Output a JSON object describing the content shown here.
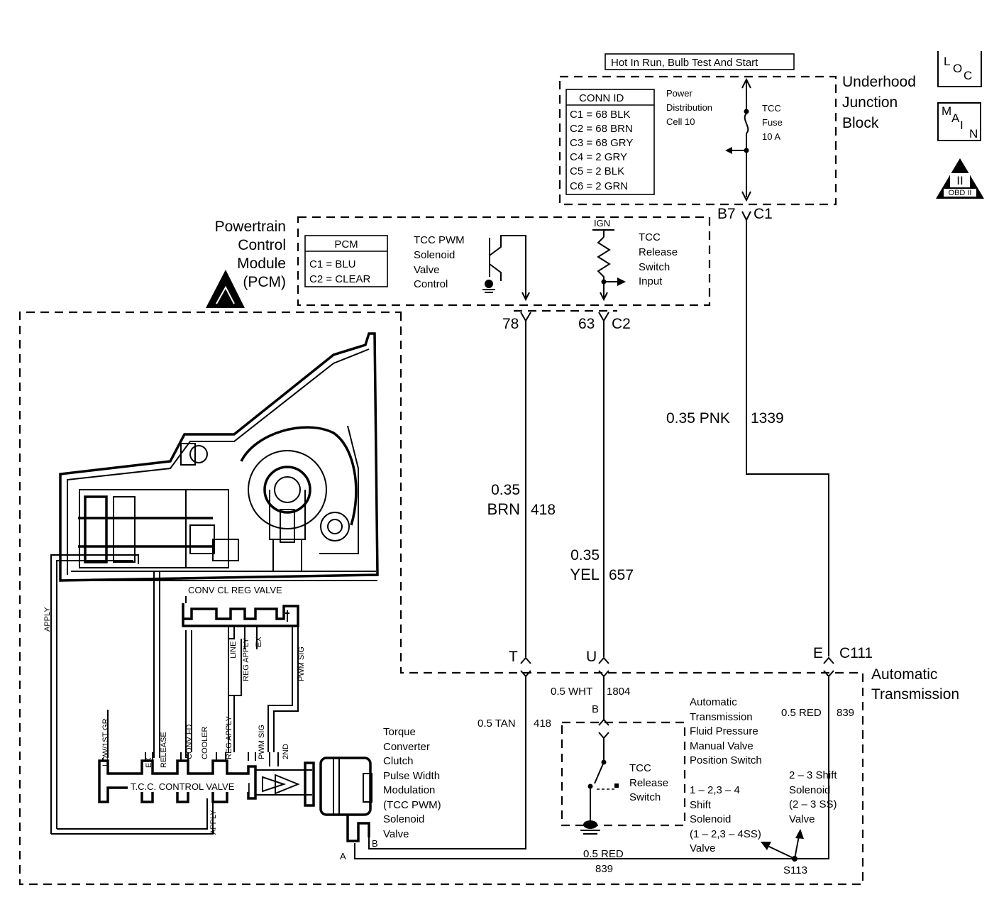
{
  "header": {
    "power_note": "Hot In Run, Bulb Test And Start"
  },
  "badges": {
    "loc": [
      "L",
      "O",
      "C"
    ],
    "main": [
      "M",
      "A",
      "I",
      "N"
    ],
    "obd": {
      "numeral": "II",
      "label": "OBD II"
    }
  },
  "underhood_block": {
    "title_lines": [
      "Underhood",
      "Junction",
      "Block"
    ],
    "conn_table": {
      "header": "CONN   ID",
      "rows": [
        "C1 = 68 BLK",
        "C2 = 68 BRN",
        "C3 = 68 GRY",
        "C4 = 2 GRY",
        "C5 = 2 BLK",
        "C6 = 2 GRN"
      ]
    },
    "power_label_lines": [
      "Power",
      "Distribution",
      "Cell 10"
    ],
    "fuse_label_lines": [
      "TCC",
      "Fuse",
      "10 A"
    ],
    "connector_pin": "B7",
    "connector_id": "C1"
  },
  "pcm": {
    "title_lines": [
      "Powertrain",
      "Control",
      "Module",
      "(PCM)"
    ],
    "table": {
      "header": "PCM",
      "rows": [
        "C1 = BLU",
        "C2 = CLEAR"
      ]
    },
    "pwm_label_lines": [
      "TCC PWM",
      "Solenoid",
      "Valve",
      "Control"
    ],
    "ign_label": "IGN",
    "release_label_lines": [
      "TCC",
      "Release",
      "Switch",
      "Input"
    ],
    "pin_pwm": "78",
    "pin_release": "63",
    "pin_connector": "C2"
  },
  "wires": {
    "pnk": {
      "size": "0.35 PNK",
      "circuit": "1339"
    },
    "brn": {
      "size": "0.35",
      "color": "BRN",
      "circuit": "418"
    },
    "yel": {
      "size": "0.35",
      "color": "YEL",
      "circuit": "657"
    },
    "tan": {
      "label": "0.5 TAN",
      "circuit": "418"
    },
    "wht": {
      "label": "0.5 WHT",
      "circuit": "1804"
    },
    "red_right": {
      "label": "0.5 RED",
      "circuit": "839"
    },
    "red_bottom": {
      "label": "0.5 RED",
      "circuit": "839"
    }
  },
  "trans_connector": {
    "pin_t": "T",
    "pin_u": "U",
    "pin_e": "E",
    "id": "C111"
  },
  "automatic_transmission": {
    "title_lines": [
      "Automatic",
      "Transmission"
    ],
    "pressure_switch_lines": [
      "Automatic",
      "Transmission",
      "Fluid Pressure",
      "Manual Valve",
      "Position Switch"
    ],
    "tcc_release_lines": [
      "TCC",
      "Release",
      "Switch"
    ],
    "pin_b": "B",
    "shift_1_lines": [
      "1 – 2,3 – 4",
      "Shift",
      "Solenoid",
      "(1 – 2,3 – 4SS)",
      "Valve"
    ],
    "shift_2_lines": [
      "2 – 3 Shift",
      "Solenoid",
      "(2 – 3 SS)",
      "Valve"
    ],
    "splice": "S113",
    "solenoid_lines": [
      "Torque",
      "Converter",
      "Clutch",
      "Pulse Width",
      "Modulation",
      "(TCC PWM)",
      "Solenoid",
      "Valve"
    ],
    "solenoid_pin_a": "A",
    "solenoid_pin_b": "B"
  },
  "hydraulic": {
    "conv_cl_reg_valve": "CONV CL REG VALVE",
    "line": "LINE",
    "reg_apply_top": "REG APPLY",
    "ex_top": "EX",
    "pwm_sig_top": "PWM SIG",
    "apply_left": "APPLY",
    "low_1st_gr": "LOW/1ST GR",
    "ex_low": "EX",
    "release": "RELEASE",
    "conv_fd": "CONV FD",
    "cooler": "COOLER",
    "reg_apply_low": "REG APPLY",
    "pwm_sig_low": "PWM SIG",
    "second": "2ND",
    "tcc_control_valve": "T.C.C. CONTROL VALVE",
    "apply_bottom": "APPLY"
  }
}
